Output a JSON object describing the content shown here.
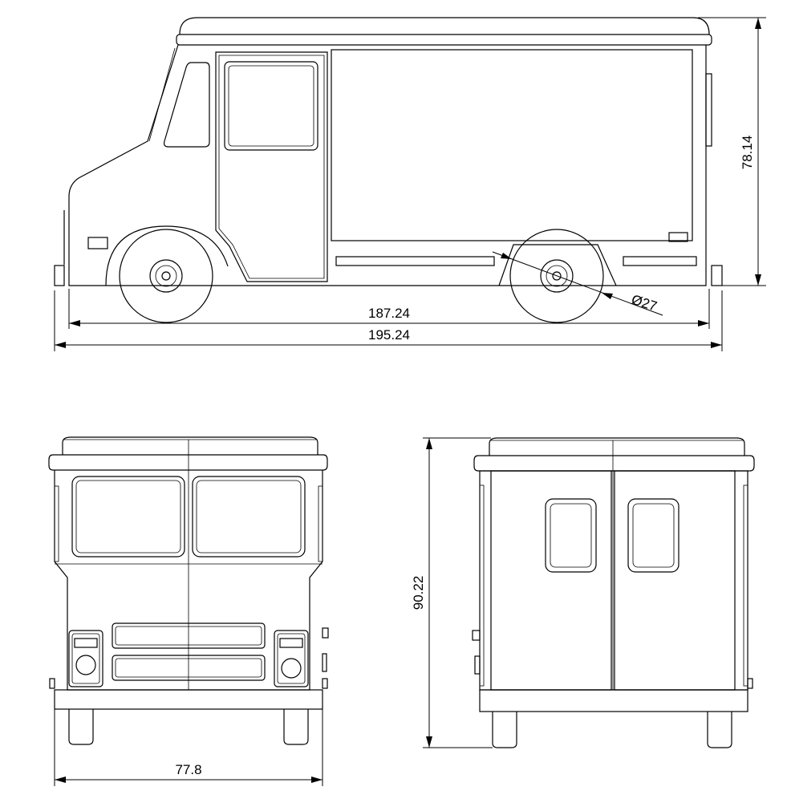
{
  "dimensions": {
    "side_height": "78.14",
    "wheelbase_length": "187.24",
    "overall_length": "195.24",
    "wheel_diameter": "Ø27",
    "rear_height": "90.22",
    "front_width": "77.8"
  },
  "colors": {
    "line": "#000000",
    "background": "#ffffff"
  }
}
